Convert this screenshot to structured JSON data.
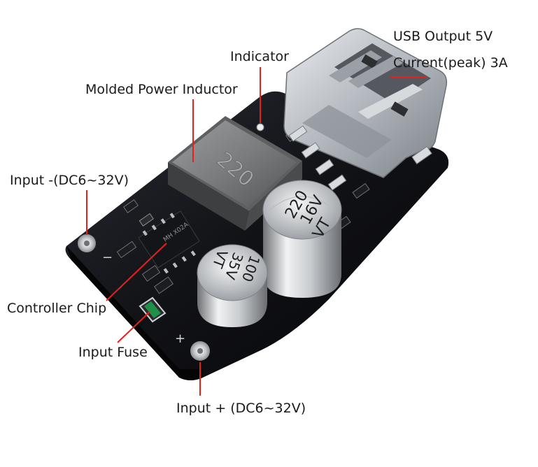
{
  "labels": {
    "usb_output": "USB Output 5V",
    "current_peak": "Current(peak) 3A",
    "indicator": "Indicator",
    "molded_inductor": "Molded Power Inductor",
    "input_minus": "Input -(DC6~32V)",
    "controller_chip": "Controller Chip",
    "input_fuse": "Input Fuse",
    "input_plus": "Input + (DC6~32V)"
  },
  "board_markings": {
    "inductor_code": "220",
    "cap_large_value": "220",
    "cap_large_voltage": "16V",
    "cap_large_series": "VT",
    "cap_small_value": "100",
    "cap_small_voltage": "35V",
    "cap_small_series": "VT",
    "pad_minus": "−",
    "pad_plus": "+",
    "chip_marking": "MH X02A"
  },
  "colors": {
    "leader_line": "#e8201c",
    "pcb": "#111216",
    "text": "#1a1a1a"
  }
}
